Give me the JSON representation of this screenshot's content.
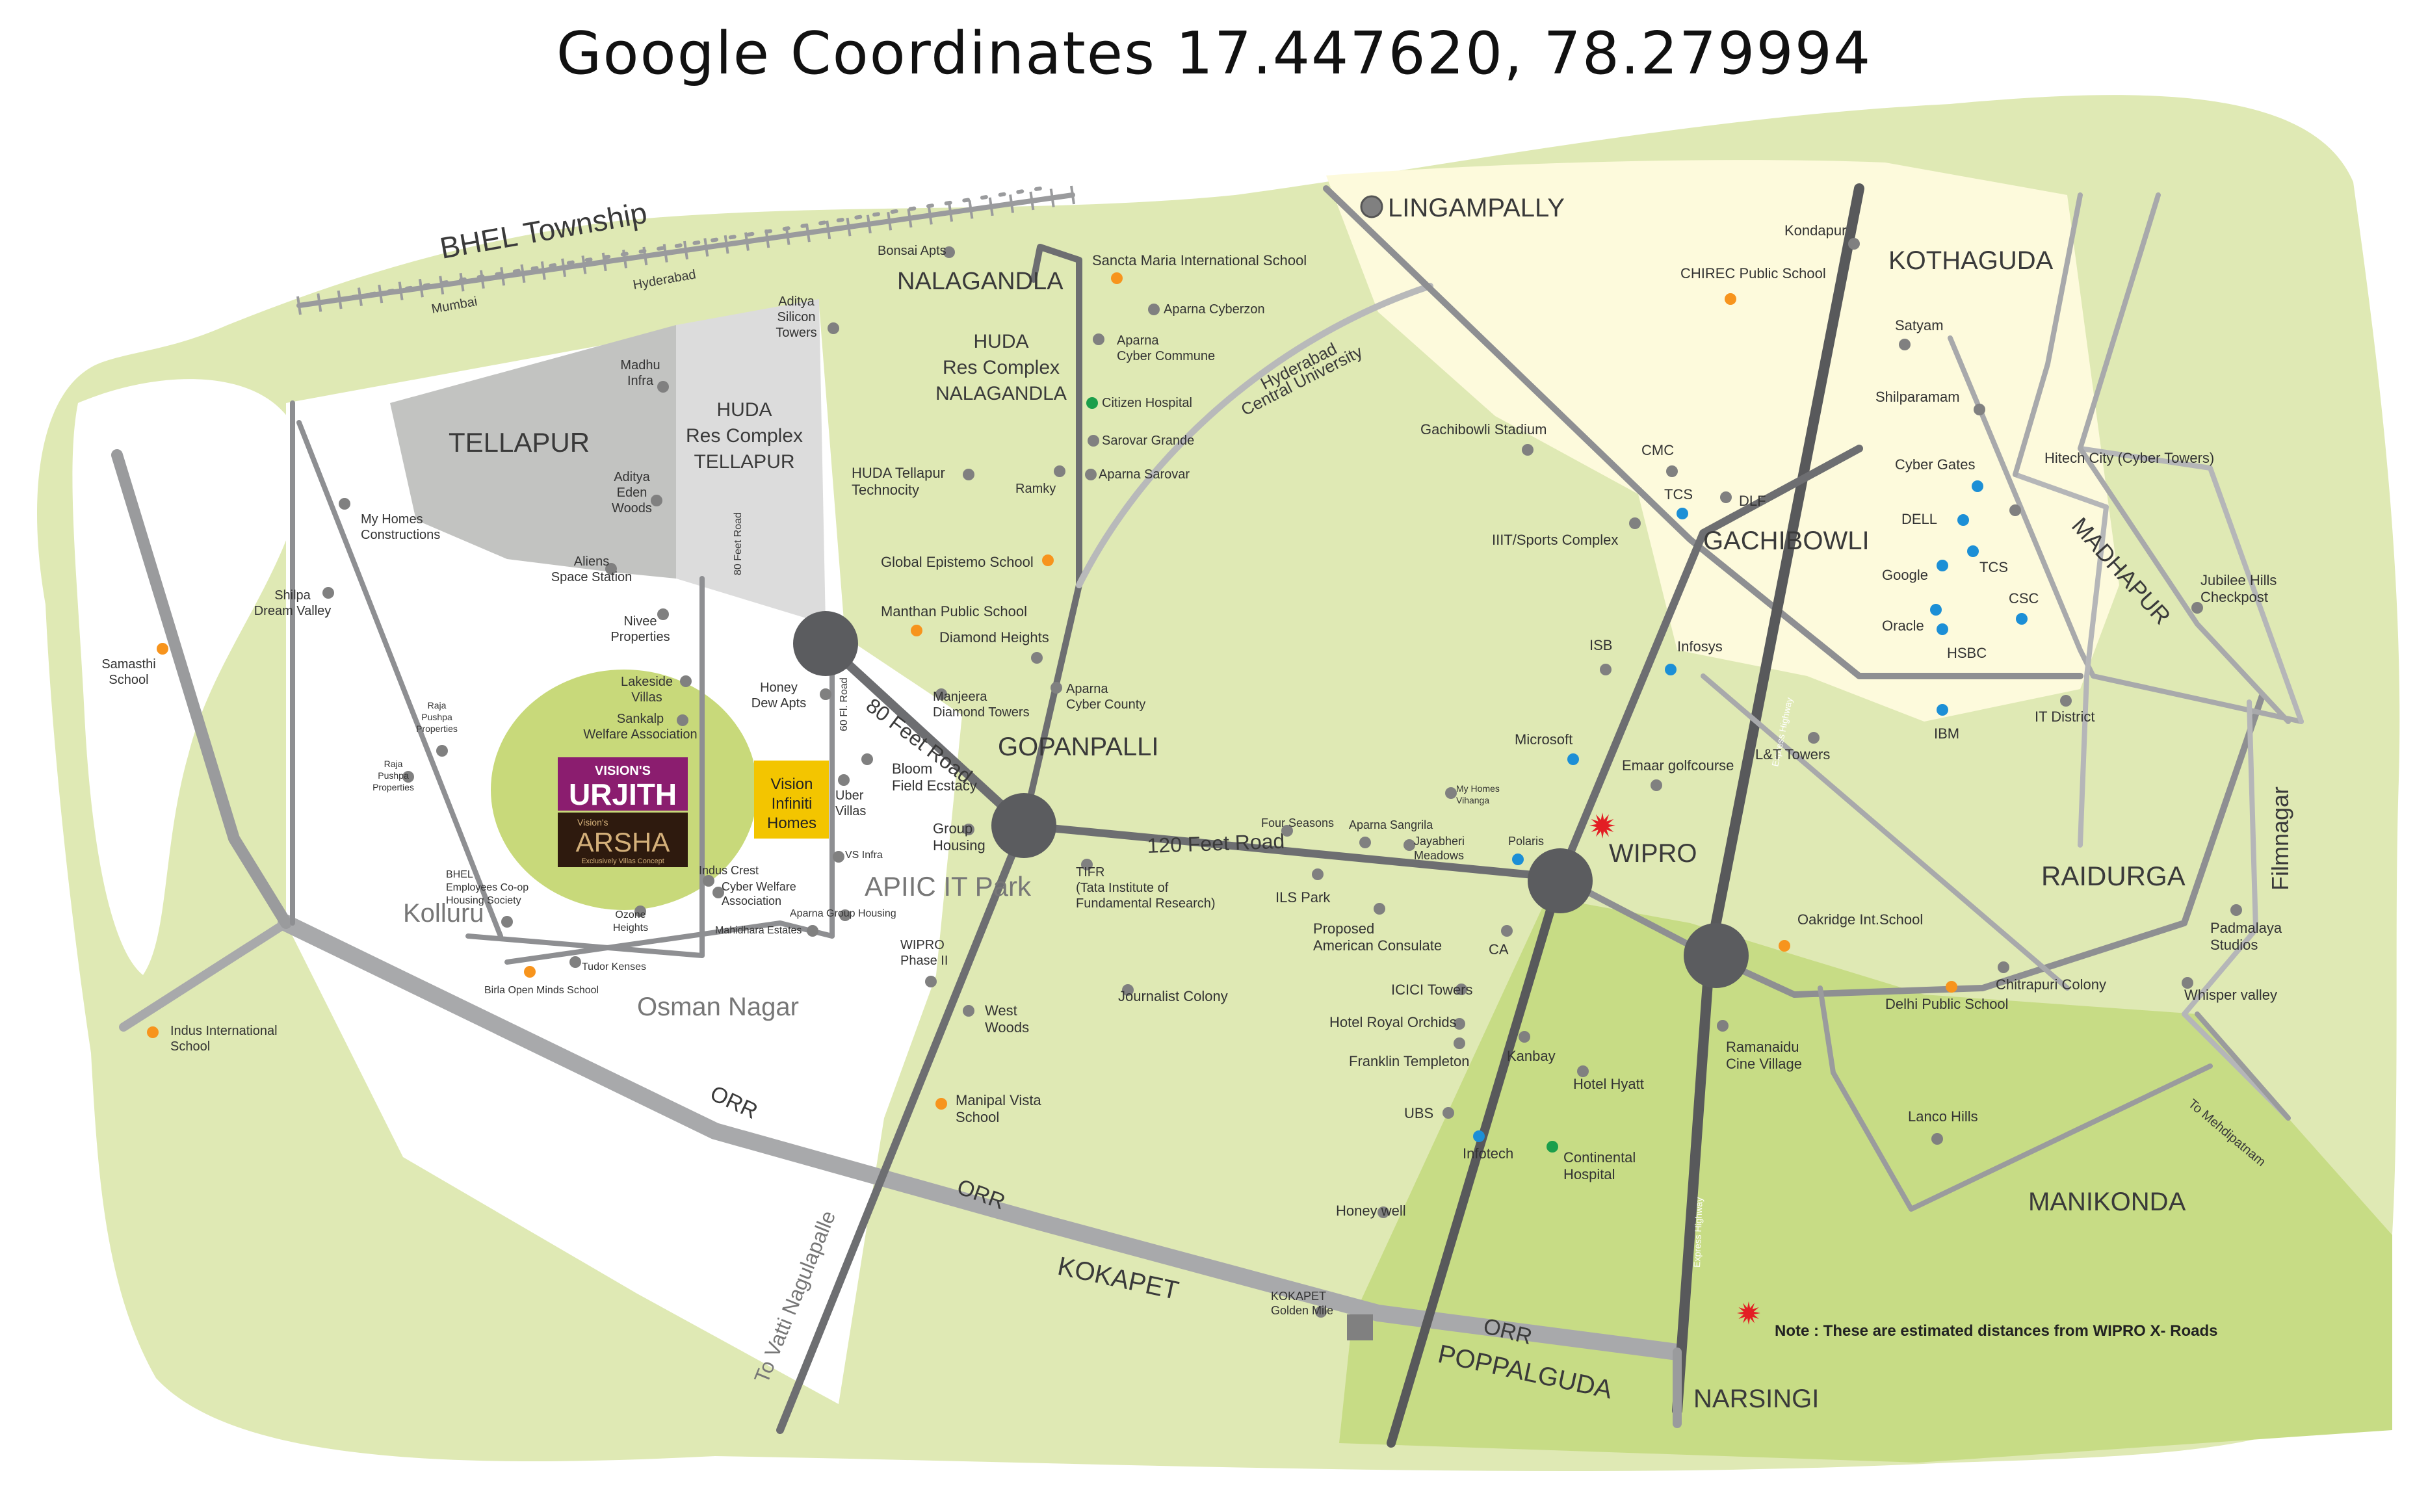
{
  "title": "Google  Coordinates    17.447620, 78.279994",
  "colors": {
    "background": "#ffffff",
    "land": "#dfe9b4",
    "zone_yellow": "#fdfadc",
    "zone_green": "#c7dc85",
    "zone_grey_dark": "#c2c3c1",
    "zone_grey_light": "#dcdcdc",
    "plot_green": "#c8d97a",
    "road_main": "#6d6e71",
    "road_thin": "#8e8f92",
    "road_light": "#b8b9ba",
    "junction": "#5b5c5f",
    "dot_grey": "#808080",
    "dot_orange": "#f7941d",
    "dot_blue": "#1c8fd6",
    "dot_green": "#1b9e4b",
    "star": "#e31e24",
    "urjith_purple": "#8b1d6f",
    "arsha_brown": "#2e1a0e",
    "infiniti_yellow": "#f3c500"
  },
  "regions": {
    "bhel_township": "BHEL Township",
    "tellapur": "TELLAPUR",
    "huda_tellapur": [
      "HUDA",
      "Res Complex",
      "TELLAPUR"
    ],
    "lingampally": "LINGAMPALLY",
    "nalagandla": "NALAGANDLA",
    "huda_nalagandla": [
      "HUDA",
      "Res Complex",
      "NALAGANDLA"
    ],
    "kothaguda": "KOTHAGUDA",
    "gachibowli": "GACHIBOWLI",
    "madhapur": "MADHAPUR",
    "gopanpalli": "GOPANPALLI",
    "apiic": "APIIC IT Park",
    "wipro": "WIPRO",
    "raidurga": "RAIDURGA",
    "filmnagar": "Filmnagar",
    "kolluru": "Kolluru",
    "osman_nagar": "Osman Nagar",
    "kokapet": "KOKAPET",
    "manikonda": "MANIKONDA",
    "poppalguda": "POPPALGUDA",
    "narsingi": "NARSINGI"
  },
  "roads": {
    "feet_80": "80 Feet Road",
    "feet_120": "120 Feet Road",
    "fl_60": "60 Fl. Road",
    "road_80_small": "80 Feet Road",
    "hcu": [
      "Hyderabad",
      "Central University"
    ],
    "orr_1": "ORR",
    "orr_2": "ORR",
    "orr_3": "ORR",
    "vatti": "To Vatti Nagulapalle",
    "mehdipatnam": "To Mehdipatnam",
    "express_1": "Express Highway",
    "express_2": "Express Highway",
    "mumbai": "Mumbai",
    "hyderabad": "Hyderabad"
  },
  "project": {
    "urjith_top": "VISION'S",
    "urjith": "URJITH",
    "arsha_top": "Vision's",
    "arsha": "ARSHA",
    "arsha_tag": "Exclusively Villas Concept",
    "infiniti": [
      "Vision",
      "Infiniti",
      "Homes"
    ]
  },
  "landmarks": {
    "bonsai": "Bonsai Apts",
    "aditya_silicon": [
      "Aditya",
      "Silicon",
      "Towers"
    ],
    "madhu": [
      "Madhu",
      "Infra"
    ],
    "aditya_eden": [
      "Aditya",
      "Eden",
      "Woods"
    ],
    "aliens": [
      "Aliens",
      "Space Station"
    ],
    "nivee": [
      "Nivee",
      "Properties"
    ],
    "lakeside": [
      "Lakeside",
      "Villas"
    ],
    "sankalp": [
      "Sankalp",
      "Welfare Association"
    ],
    "honey_dew": [
      "Honey",
      "Dew Apts"
    ],
    "my_homes_constructions": [
      "My Homes",
      "Constructions"
    ],
    "shilpa": [
      "Shilpa",
      "Dream Valley"
    ],
    "samasthi": [
      "Samasthi",
      "School"
    ],
    "raja_1": [
      "Raja",
      "Pushpa",
      "Properties"
    ],
    "raja_2": [
      "Raja",
      "Pushpa",
      "Properties"
    ],
    "bhel_society": [
      "BHEL",
      "Employees Co-op",
      "Housing Society"
    ],
    "indus_crest": "Indus Crest",
    "cyber_welfare": [
      "Cyber Welfare",
      "Association"
    ],
    "ozone": [
      "Ozone",
      "Heights"
    ],
    "tudor": "Tudor Kenses",
    "birla": "Birla Open Minds School",
    "indus_international": [
      "Indus International",
      "School"
    ],
    "aparna_group": "Aparna Group Housing",
    "mahidhara": "Mahidhara Estates",
    "vs_infra": "VS Infra",
    "uber": [
      "Uber",
      "Villas"
    ],
    "bloom": [
      "Bloom",
      "Field Ecstacy"
    ],
    "group_housing": [
      "Group",
      "Housing"
    ],
    "sancta_maria": "Sancta Maria International School",
    "aparna_cyberzon": "Aparna Cyberzon",
    "aparna_cyber_commune": [
      "Aparna",
      "Cyber Commune"
    ],
    "citizen": "Citizen Hospital",
    "sarovar_grande": "Sarovar Grande",
    "aparna_sarovar": "Aparna Sarovar",
    "ramky": "Ramky",
    "huda_technocity": [
      "HUDA Tellapur",
      "Technocity"
    ],
    "global_epistemo": "Global Epistemo School",
    "manthan": "Manthan Public School",
    "diamond_heights": "Diamond Heights",
    "manjeera": [
      "Manjeera",
      "Diamond Towers"
    ],
    "aparna_cyber_county": [
      "Aparna",
      "Cyber County"
    ],
    "tifr": [
      "TIFR",
      "(Tata Institute of",
      "Fundamental Research)"
    ],
    "wipro_phase2": [
      "WIPRO",
      "Phase II"
    ],
    "west_woods": [
      "West",
      "Woods"
    ],
    "manipal": [
      "Manipal Vista",
      "School"
    ],
    "journalist": "Journalist Colony",
    "four_seasons": "Four Seasons",
    "aparna_sangrila": "Aparna Sangrila",
    "jayabheri": [
      "Jayabheri",
      "Meadows"
    ],
    "my_homes_vihanga": [
      "My Homes",
      "Vihanga"
    ],
    "ils": "ILS Park",
    "proposed_consulate": [
      "Proposed",
      "American Consulate"
    ],
    "ca": "CA",
    "polaris": "Polaris",
    "icici": "ICICI Towers",
    "royal_orchids": "Hotel Royal Orchids",
    "franklin": "Franklin Templeton",
    "ubs": "UBS",
    "infotech": "Infotech",
    "kanbay": "Kanbay",
    "hotel_hyatt": "Hotel Hyatt",
    "continental": [
      "Continental",
      "Hospital"
    ],
    "honey_well": "Honey well",
    "kokapet_golden": [
      "KOKAPET",
      "Golden Mile"
    ],
    "gachibowli_stadium": "Gachibowli Stadium",
    "iiit": "IIIT/Sports Complex",
    "isb": "ISB",
    "infosys": "Infosys",
    "microsoft": "Microsoft",
    "emaar": "Emaar golfcourse",
    "cmc": "CMC",
    "tcs_1": "TCS",
    "dlf": "DLF",
    "kondapur": "Kondapur",
    "chirec": "CHIREC Public School",
    "satyam": "Satyam",
    "shilparamam": "Shilparamam",
    "cyber_gates": "Cyber Gates",
    "dell": "DELL",
    "google": "Google",
    "tcs_2": "TCS",
    "csc": "CSC",
    "oracle": "Oracle",
    "hsbc": "HSBC",
    "ibm": "IBM",
    "hitech": "Hitech City (Cyber Towers)",
    "jubilee": [
      "Jubilee Hills",
      "Checkpost"
    ],
    "it_district": "IT District",
    "lt_towers": "L&T Towers",
    "oakridge": "Oakridge Int.School",
    "ramanaidu": [
      "Ramanaidu",
      "Cine Village"
    ],
    "delhi_public": "Delhi Public School",
    "chitrapuri": "Chitrapuri Colony",
    "lanco": "Lanco Hills",
    "padmalaya": [
      "Padmalaya",
      "Studios"
    ],
    "whisper": "Whisper valley"
  },
  "note": "Note : These are estimated distances from WIPRO X- Roads"
}
